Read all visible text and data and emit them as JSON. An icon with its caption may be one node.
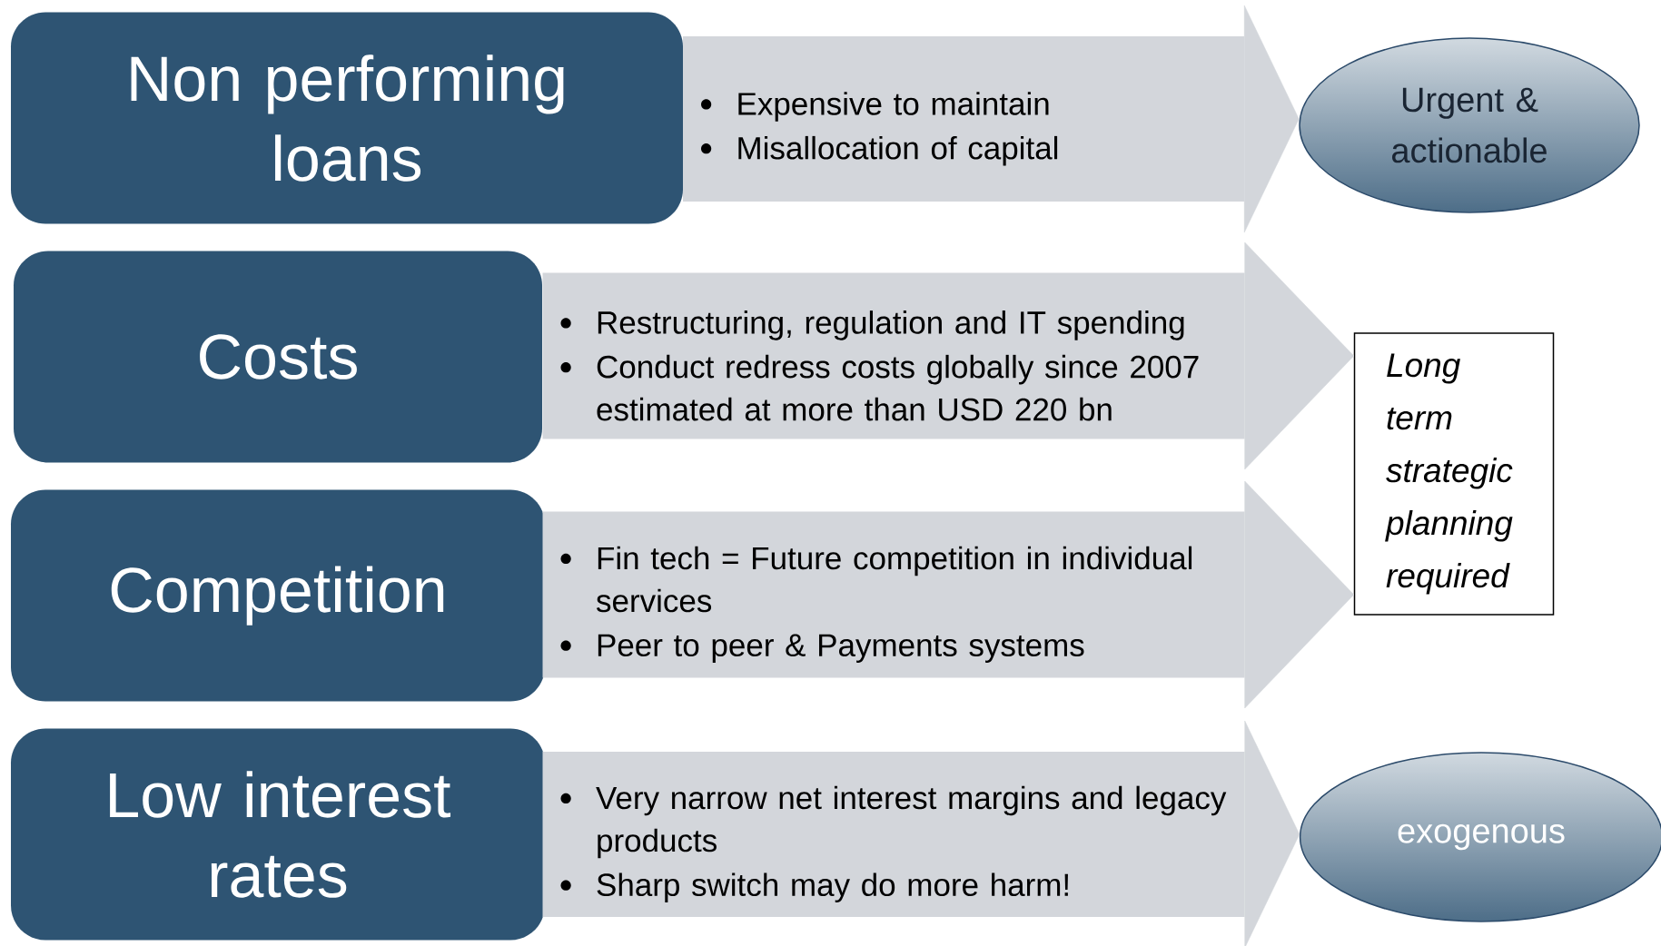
{
  "diagram": {
    "nodes": [
      {
        "text": [
          "Non performing loans"
        ]
      },
      {
        "text": [
          "Costs"
        ]
      },
      {
        "text": [
          "Competition"
        ]
      },
      {
        "text": [
          "Low interest rates"
        ]
      },
      {
        "text": [
          "Expensive to maintain",
          "Misallocation of capital"
        ]
      },
      {
        "text": [
          "Restructuring, regulation and IT spending",
          "Conduct redress costs globally since 2007 estimated at more than USD 220 bn"
        ]
      },
      {
        "text": [
          "Fin tech = Future competition in individual services",
          "Peer to peer & Payments systems"
        ]
      },
      {
        "text": [
          "Very narrow net interest margins and legacy products",
          "Sharp switch may do more harm!"
        ]
      },
      {
        "text": [
          "Urgent & actionable"
        ]
      },
      {
        "text": [
          "Long term strategic planning required"
        ]
      },
      {
        "text": [
          "exogenous"
        ]
      }
    ],
    "edges": [
      {
        "from": 4,
        "to": 8,
        "arrow": "to"
      },
      {
        "from": 5,
        "to": 9,
        "arrow": "to"
      },
      {
        "from": 6,
        "to": 9,
        "arrow": "to"
      },
      {
        "from": 7,
        "to": 10,
        "arrow": "to"
      }
    ]
  }
}
